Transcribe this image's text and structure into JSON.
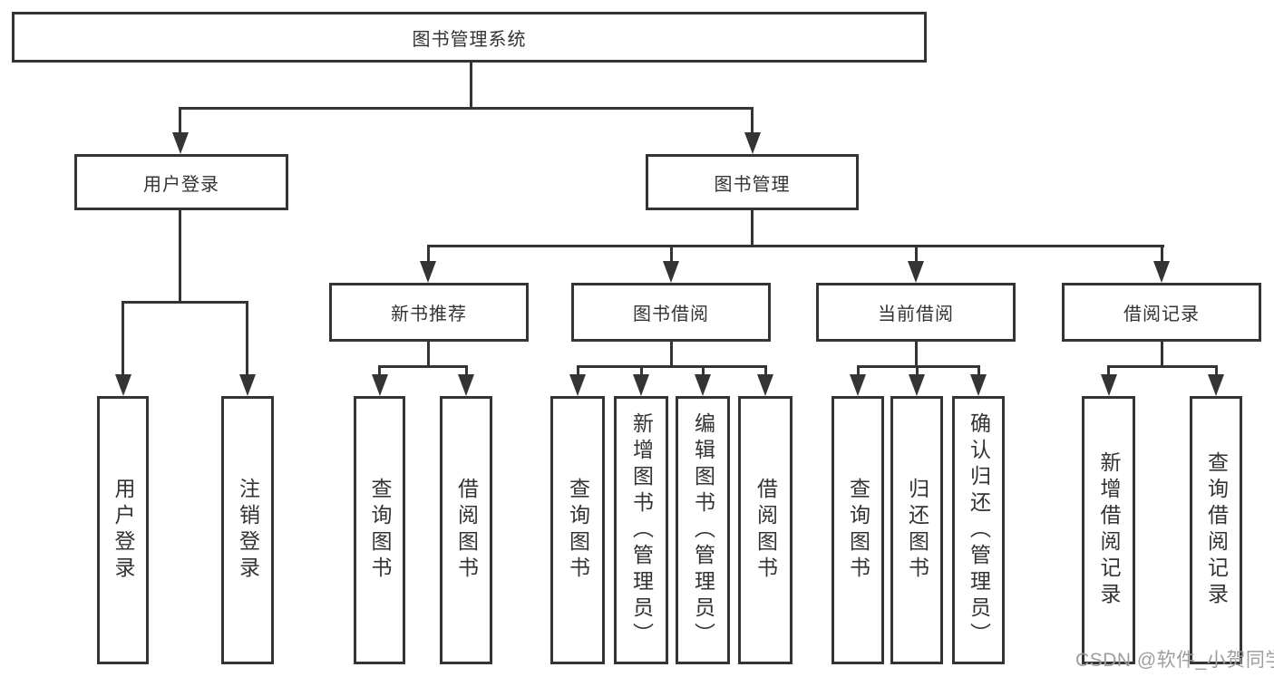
{
  "diagram": {
    "root": "图书管理系统",
    "level2": [
      "用户登录",
      "图书管理"
    ],
    "level3": [
      "新书推荐",
      "图书借阅",
      "当前借阅",
      "借阅记录"
    ],
    "leaves": {
      "user_login": [
        "用户登录",
        "注销登录"
      ],
      "new_book": [
        "查询图书",
        "借阅图书"
      ],
      "book_borrow": [
        "查询图书",
        "新增图书（管理员）",
        "编辑图书（管理员）",
        "借阅图书"
      ],
      "current_borrow": [
        "查询图书",
        "归还图书",
        "确认归还（管理员）"
      ],
      "borrow_record": [
        "新增借阅记录",
        "查询借阅记录"
      ]
    },
    "watermark": "CSDN @软件_小贺同学",
    "colors": {
      "line": "#343434",
      "text": "#333333",
      "watermark": "#9e9e9e",
      "background": "#ffffff"
    }
  }
}
